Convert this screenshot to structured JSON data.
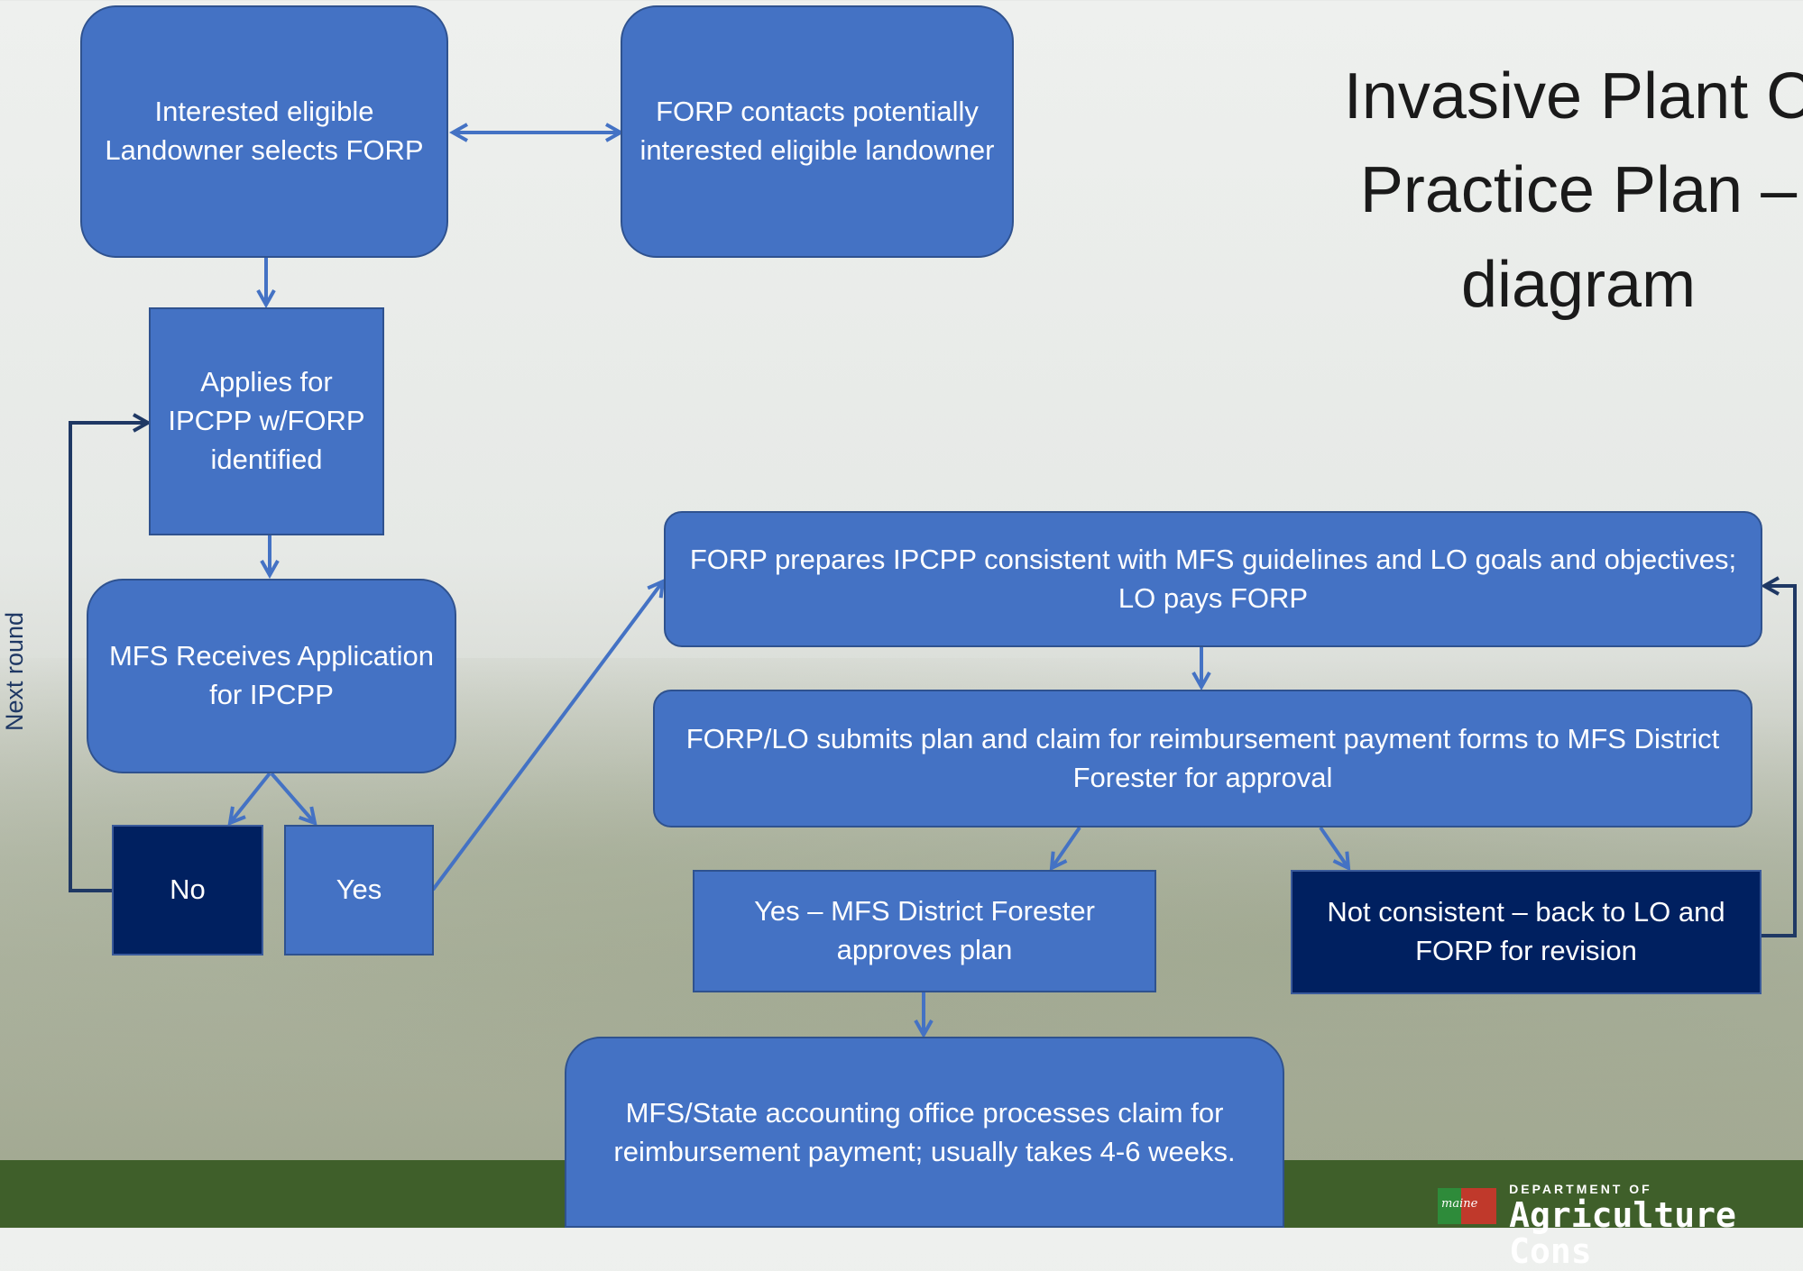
{
  "title": "Invasive Plant C\nPractice Plan –\ndiagram",
  "side_label": "Next round",
  "nodes": {
    "landowner_selects": "Interested eligible Landowner selects FORP",
    "forp_contacts": "FORP contacts potentially interested eligible landowner",
    "applies": "Applies for IPCPP w/FORP identified",
    "mfs_receives": "MFS Receives Application for IPCPP",
    "no": "No",
    "yes": "Yes",
    "forp_prepares": "FORP prepares IPCPP consistent with MFS guidelines and LO goals and objectives; LO pays FORP",
    "submits": "FORP/LO submits plan and claim for reimbursement payment forms to MFS District Forester for approval",
    "approves": "Yes – MFS District Forester approves plan",
    "not_consistent": "Not consistent – back to LO and FORP for revision",
    "processes": "MFS/State accounting office processes claim for reimbursement payment; usually takes 4-6 weeks."
  },
  "logo": {
    "mark": "maine",
    "top": "DEPARTMENT OF",
    "bottom": "Agriculture Cons"
  },
  "colors": {
    "box": "#4472c4",
    "box_dark": "#002060",
    "connector": "#4472c4",
    "connector_dark": "#1f3864",
    "footer": "#3f5f2a"
  }
}
